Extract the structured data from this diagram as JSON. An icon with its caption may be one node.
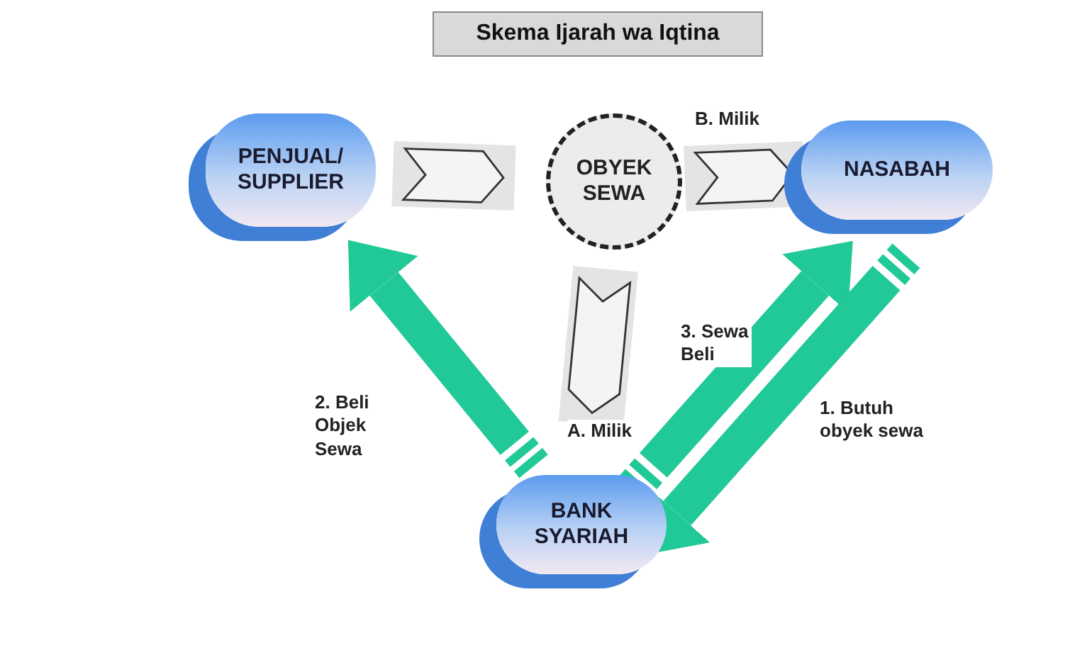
{
  "diagram": {
    "title": "Skema Ijarah wa Iqtina",
    "nodes": [
      {
        "text": [
          "PENJUAL/ SUPPLIER"
        ]
      },
      {
        "text": [
          "OBYEK SEWA"
        ]
      },
      {
        "text": [
          "NASABAH"
        ]
      },
      {
        "text": [
          "BANK SYARIAH"
        ]
      }
    ],
    "edges": [
      {
        "from": 0,
        "to": 1,
        "arrow": "to"
      },
      {
        "from": 1,
        "to": 2,
        "arrow": "to",
        "label": "B. Milik"
      },
      {
        "from": 1,
        "to": 3,
        "arrow": "to",
        "label": "A. Milik"
      },
      {
        "from": 3,
        "to": 0,
        "arrow": "to",
        "label": "2. Beli Objek Sewa",
        "color": "#20c997"
      },
      {
        "from": 3,
        "to": 2,
        "arrow": "to",
        "label": "3. Sewa Beli",
        "color": "#20c997"
      },
      {
        "from": 2,
        "to": 3,
        "arrow": "to",
        "label": "1. Butuh obyek sewa",
        "color": "#20c997"
      }
    ]
  }
}
